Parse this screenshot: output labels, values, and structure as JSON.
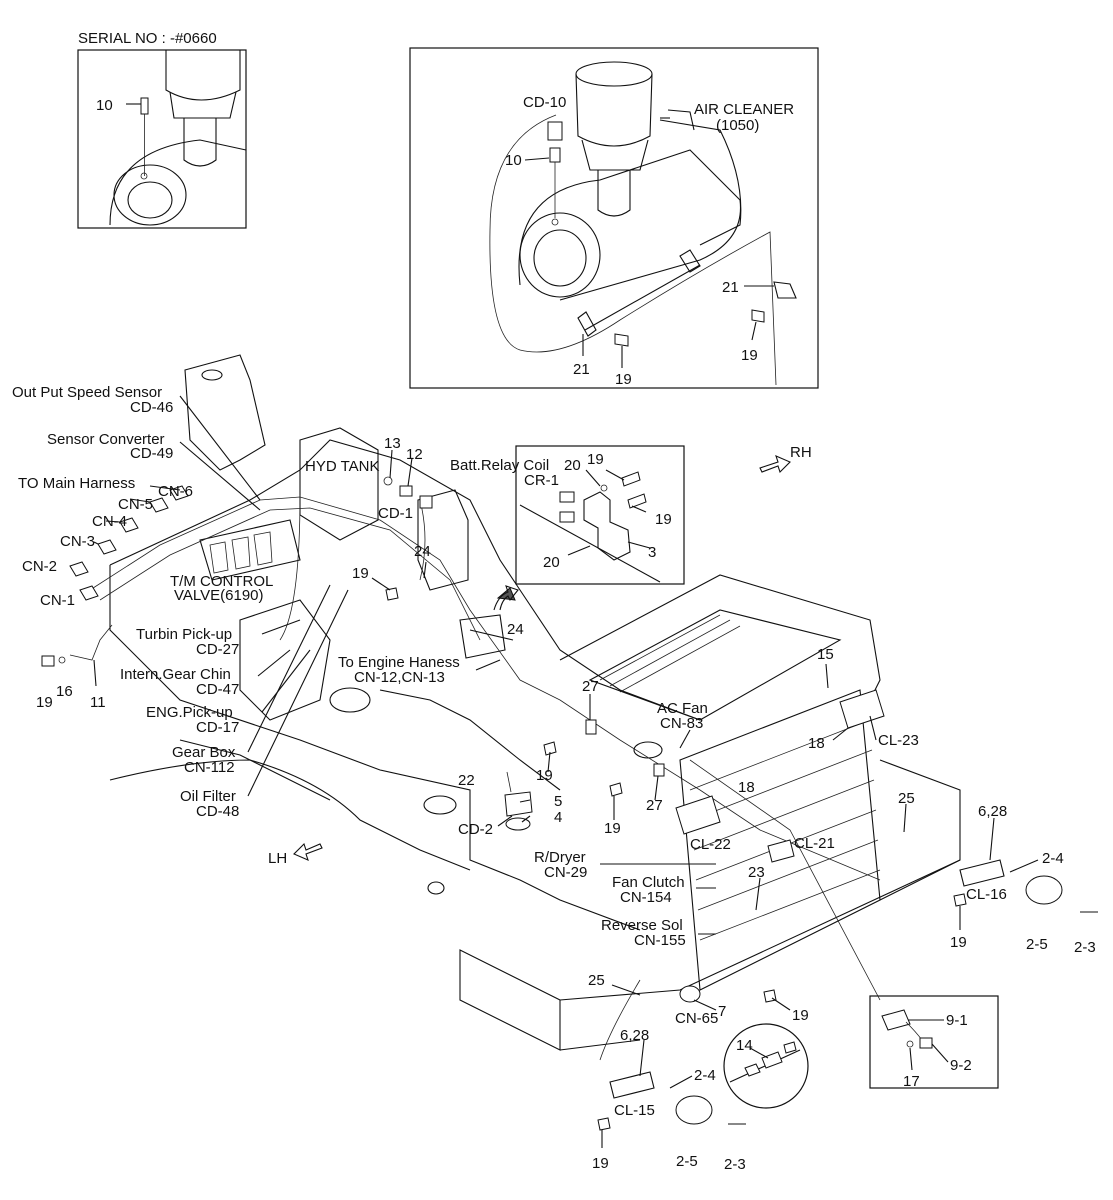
{
  "serial_label": "SERIAL NO : -#0660",
  "labels": {
    "inset1_10": "10",
    "cd10": "CD-10",
    "air_cleaner": "AIR CLEANER",
    "air_cleaner_no": "(1050)",
    "inset2_10": "10",
    "inset2_21a": "21",
    "inset2_21b": "21",
    "inset2_19a": "19",
    "inset2_19b": "19",
    "out_put_speed": "Out Put Speed Sensor",
    "cd46": "CD-46",
    "sensor_converter": "Sensor Converter",
    "cd49": "CD-49",
    "to_main_harness": "TO Main Harness",
    "cn6": "CN-6",
    "cn5": "CN-5",
    "cn4": "CN-4",
    "cn3": "CN-3",
    "cn2": "CN-2",
    "cn1": "CN-1",
    "tm_control": "T/M CONTROL",
    "valve6190": "VALVE(6190)",
    "turbin": "Turbin Pick-up",
    "cd27": "CD-27",
    "intern_gear": "Intern.Gear Chin",
    "cd47": "CD-47",
    "eng_pickup": "ENG.Pick-up",
    "cd17": "CD-17",
    "gear_box": "Gear Box",
    "cn112": "CN-112",
    "oil_filter": "Oil Filter",
    "cd48": "CD-48",
    "lh": "LH",
    "rh": "RH",
    "n13": "13",
    "n12": "12",
    "hyd_tank": "HYD TANK",
    "cd1": "CD-1",
    "n24a": "24",
    "n19a": "19",
    "batt_relay": "Batt.Relay Coil",
    "cr1": "CR-1",
    "n20a": "20",
    "n19b": "19",
    "n19c": "19",
    "n20b": "20",
    "n3": "3",
    "n24b": "24",
    "to_engine": "To Engine Haness",
    "cn12_13": "CN-12,CN-13",
    "n19l": "19",
    "n16": "16",
    "n11": "11",
    "n27a": "27",
    "ac_fan": "AC Fan",
    "cn83": "CN-83",
    "n15": "15",
    "n18a": "18",
    "cl23": "CL-23",
    "n18b": "18",
    "n19d": "19",
    "n22": "22",
    "n5": "5",
    "n4": "4",
    "n27b": "27",
    "n19e": "19",
    "cd2": "CD-2",
    "cl22": "CL-22",
    "cl21": "CL-21",
    "n25a": "25",
    "n6_28a": "6,28",
    "n2_4a": "2-4",
    "cl16": "CL-16",
    "n19f": "19",
    "n2_5a": "2-5",
    "n2_3a": "2-3",
    "rdryer": "R/Dryer",
    "cn29": "CN-29",
    "fan_clutch": "Fan Clutch",
    "cn154": "CN-154",
    "n23": "23",
    "reverse_sol": "Reverse Sol",
    "cn155": "CN-155",
    "n25b": "25",
    "n7": "7",
    "cn65": "CN-65",
    "n19g": "19",
    "n9_1": "9-1",
    "n9_2": "9-2",
    "n17": "17",
    "n14": "14",
    "n6_28b": "6,28",
    "n2_4b": "2-4",
    "cl15": "CL-15",
    "n19h": "19",
    "n2_5b": "2-5",
    "n2_3b": "2-3"
  }
}
